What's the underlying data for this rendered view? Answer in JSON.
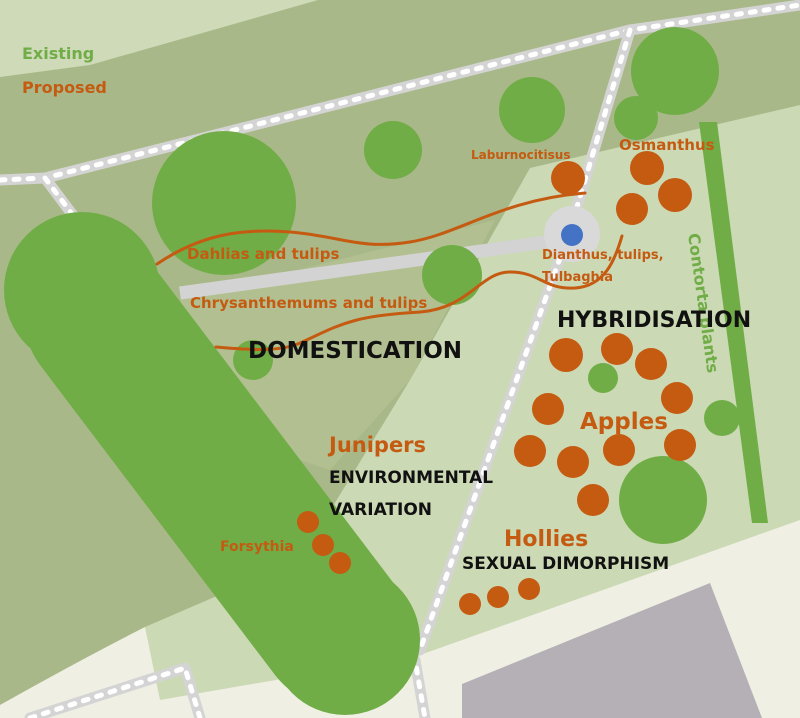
{
  "legend": {
    "existing": "Existing",
    "proposed": "Proposed"
  },
  "colors": {
    "existing": "#70ad47",
    "proposed": "#c55a11",
    "fountain": "#4472c4",
    "building": "#b5b0b5",
    "path": "#d4d4d4"
  },
  "plantings": {
    "laburnocitisus": "Laburnocitisus",
    "osmanthus": "Osmanthus",
    "dahlias": "Dahlias and tulips",
    "chrysanthemums": "Chrysanthemums and tulips",
    "dianthus_line1": "Dianthus, tulips,",
    "dianthus_line2": "Tulbaghia",
    "contorta": "Contorta plants",
    "apples": "Apples",
    "junipers": "Junipers",
    "forsythia": "Forsythia",
    "hollies": "Hollies"
  },
  "themes": {
    "domestication": "DOMESTICATION",
    "hybridisation": "HYBRIDISATION",
    "environmental_1": "ENVIRONMENTAL",
    "environmental_2": "VARIATION",
    "sexual": "SEXUAL DIMORPHISM"
  }
}
